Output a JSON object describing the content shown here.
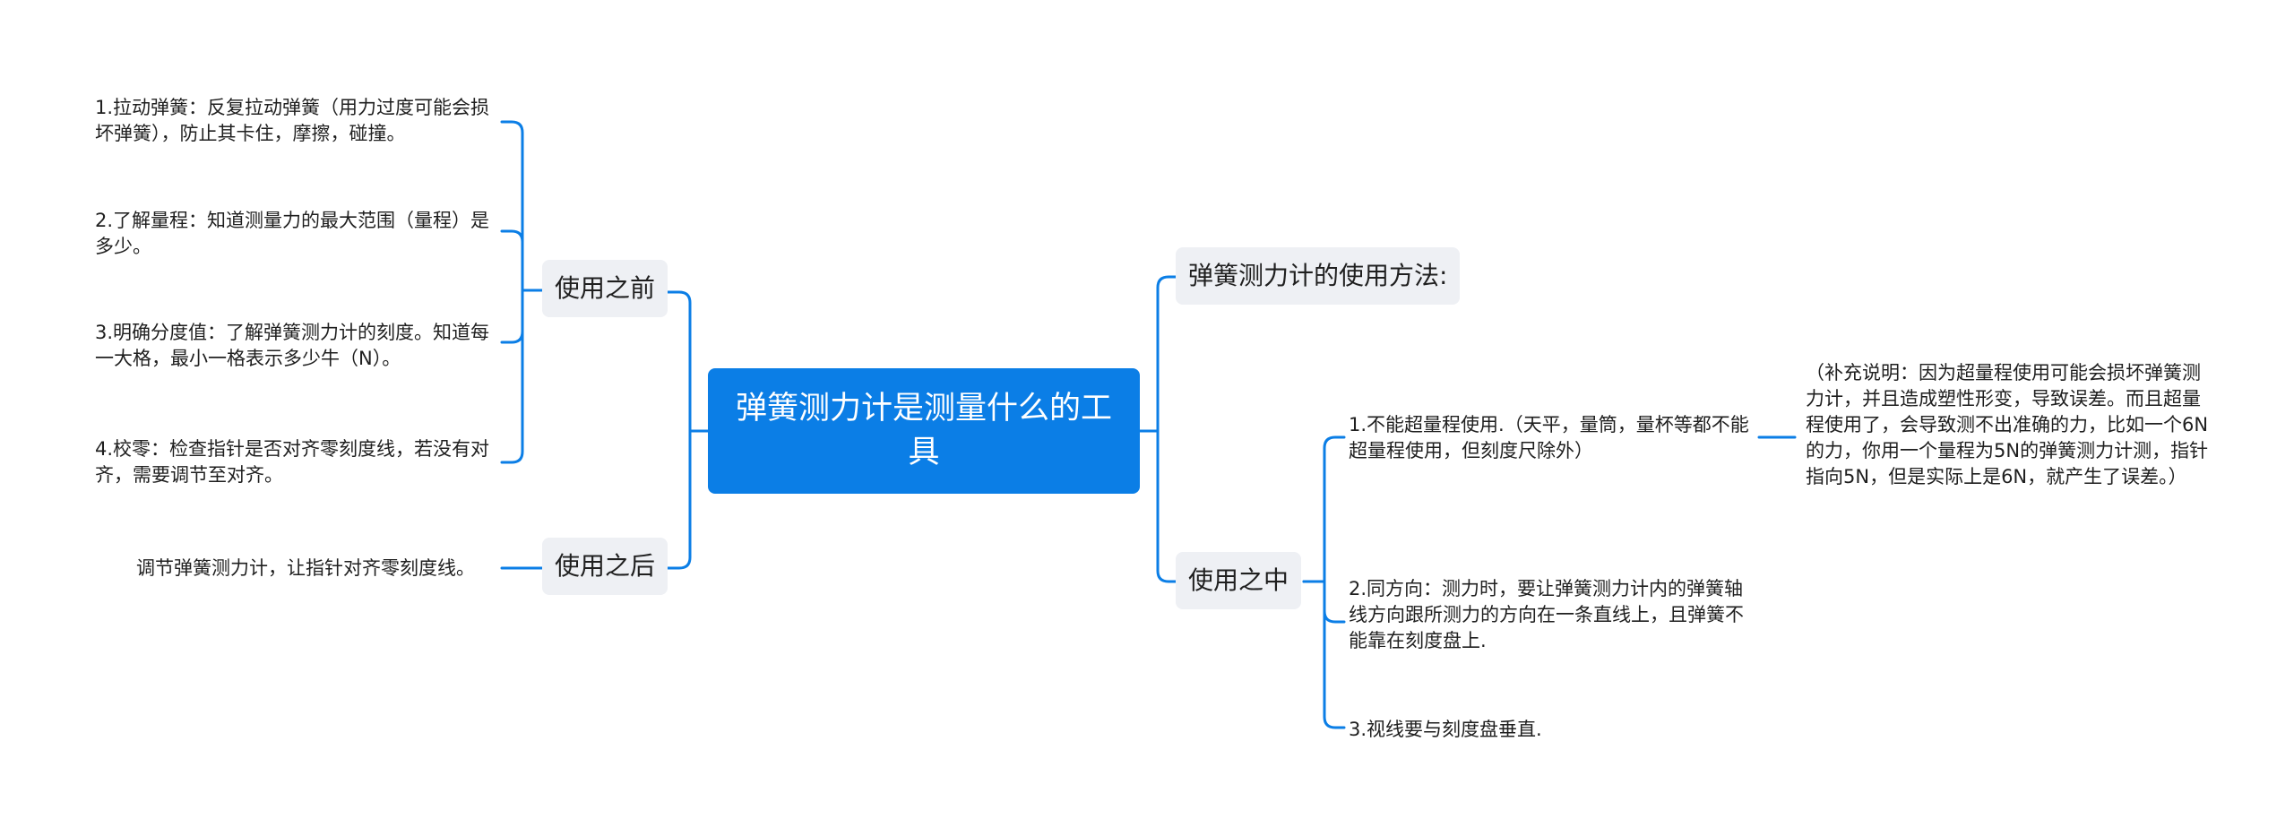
{
  "root": {
    "title": "弹簧测力计是测量什么的工具"
  },
  "left": {
    "before": {
      "label": "使用之前",
      "items": [
        "1.拉动弹簧：反复拉动弹簧（用力过度可能会损坏弹簧），防止其卡住，摩擦，碰撞。",
        "2.了解量程：知道测量力的最大范围（量程）是多少。",
        "3.明确分度值：了解弹簧测力计的刻度。知道每一大格，最小一格表示多少牛（N）。",
        "4.校零：检查指针是否对齐零刻度线，若没有对齐，需要调节至对齐。"
      ]
    },
    "after": {
      "label": "使用之后",
      "item": "调节弹簧测力计，让指针对齐零刻度线。"
    }
  },
  "right": {
    "method": {
      "label": "弹簧测力计的使用方法:"
    },
    "during": {
      "label": "使用之中",
      "items": [
        "1.不能超量程使用.（天平，量筒，量杯等都不能超量程使用，但刻度尺除外）",
        "2.同方向：测力时，要让弹簧测力计内的弹簧轴线方向跟所测力的方向在一条直线上，且弹簧不能靠在刻度盘上.",
        "3.视线要与刻度盘垂直."
      ],
      "note": "（补充说明：因为超量程使用可能会损坏弹簧测力计，并且造成塑性形变，导致误差。而且超量程使用了，会导致测不出准确的力，比如一个6N的力，你用一个量程为5N的弹簧测力计测，指针指向5N，但是实际上是6N，就产生了误差。）"
    }
  },
  "colors": {
    "accent": "#0b7ee6",
    "branch_bg": "#eef0f4",
    "text": "#1f1f1f"
  }
}
